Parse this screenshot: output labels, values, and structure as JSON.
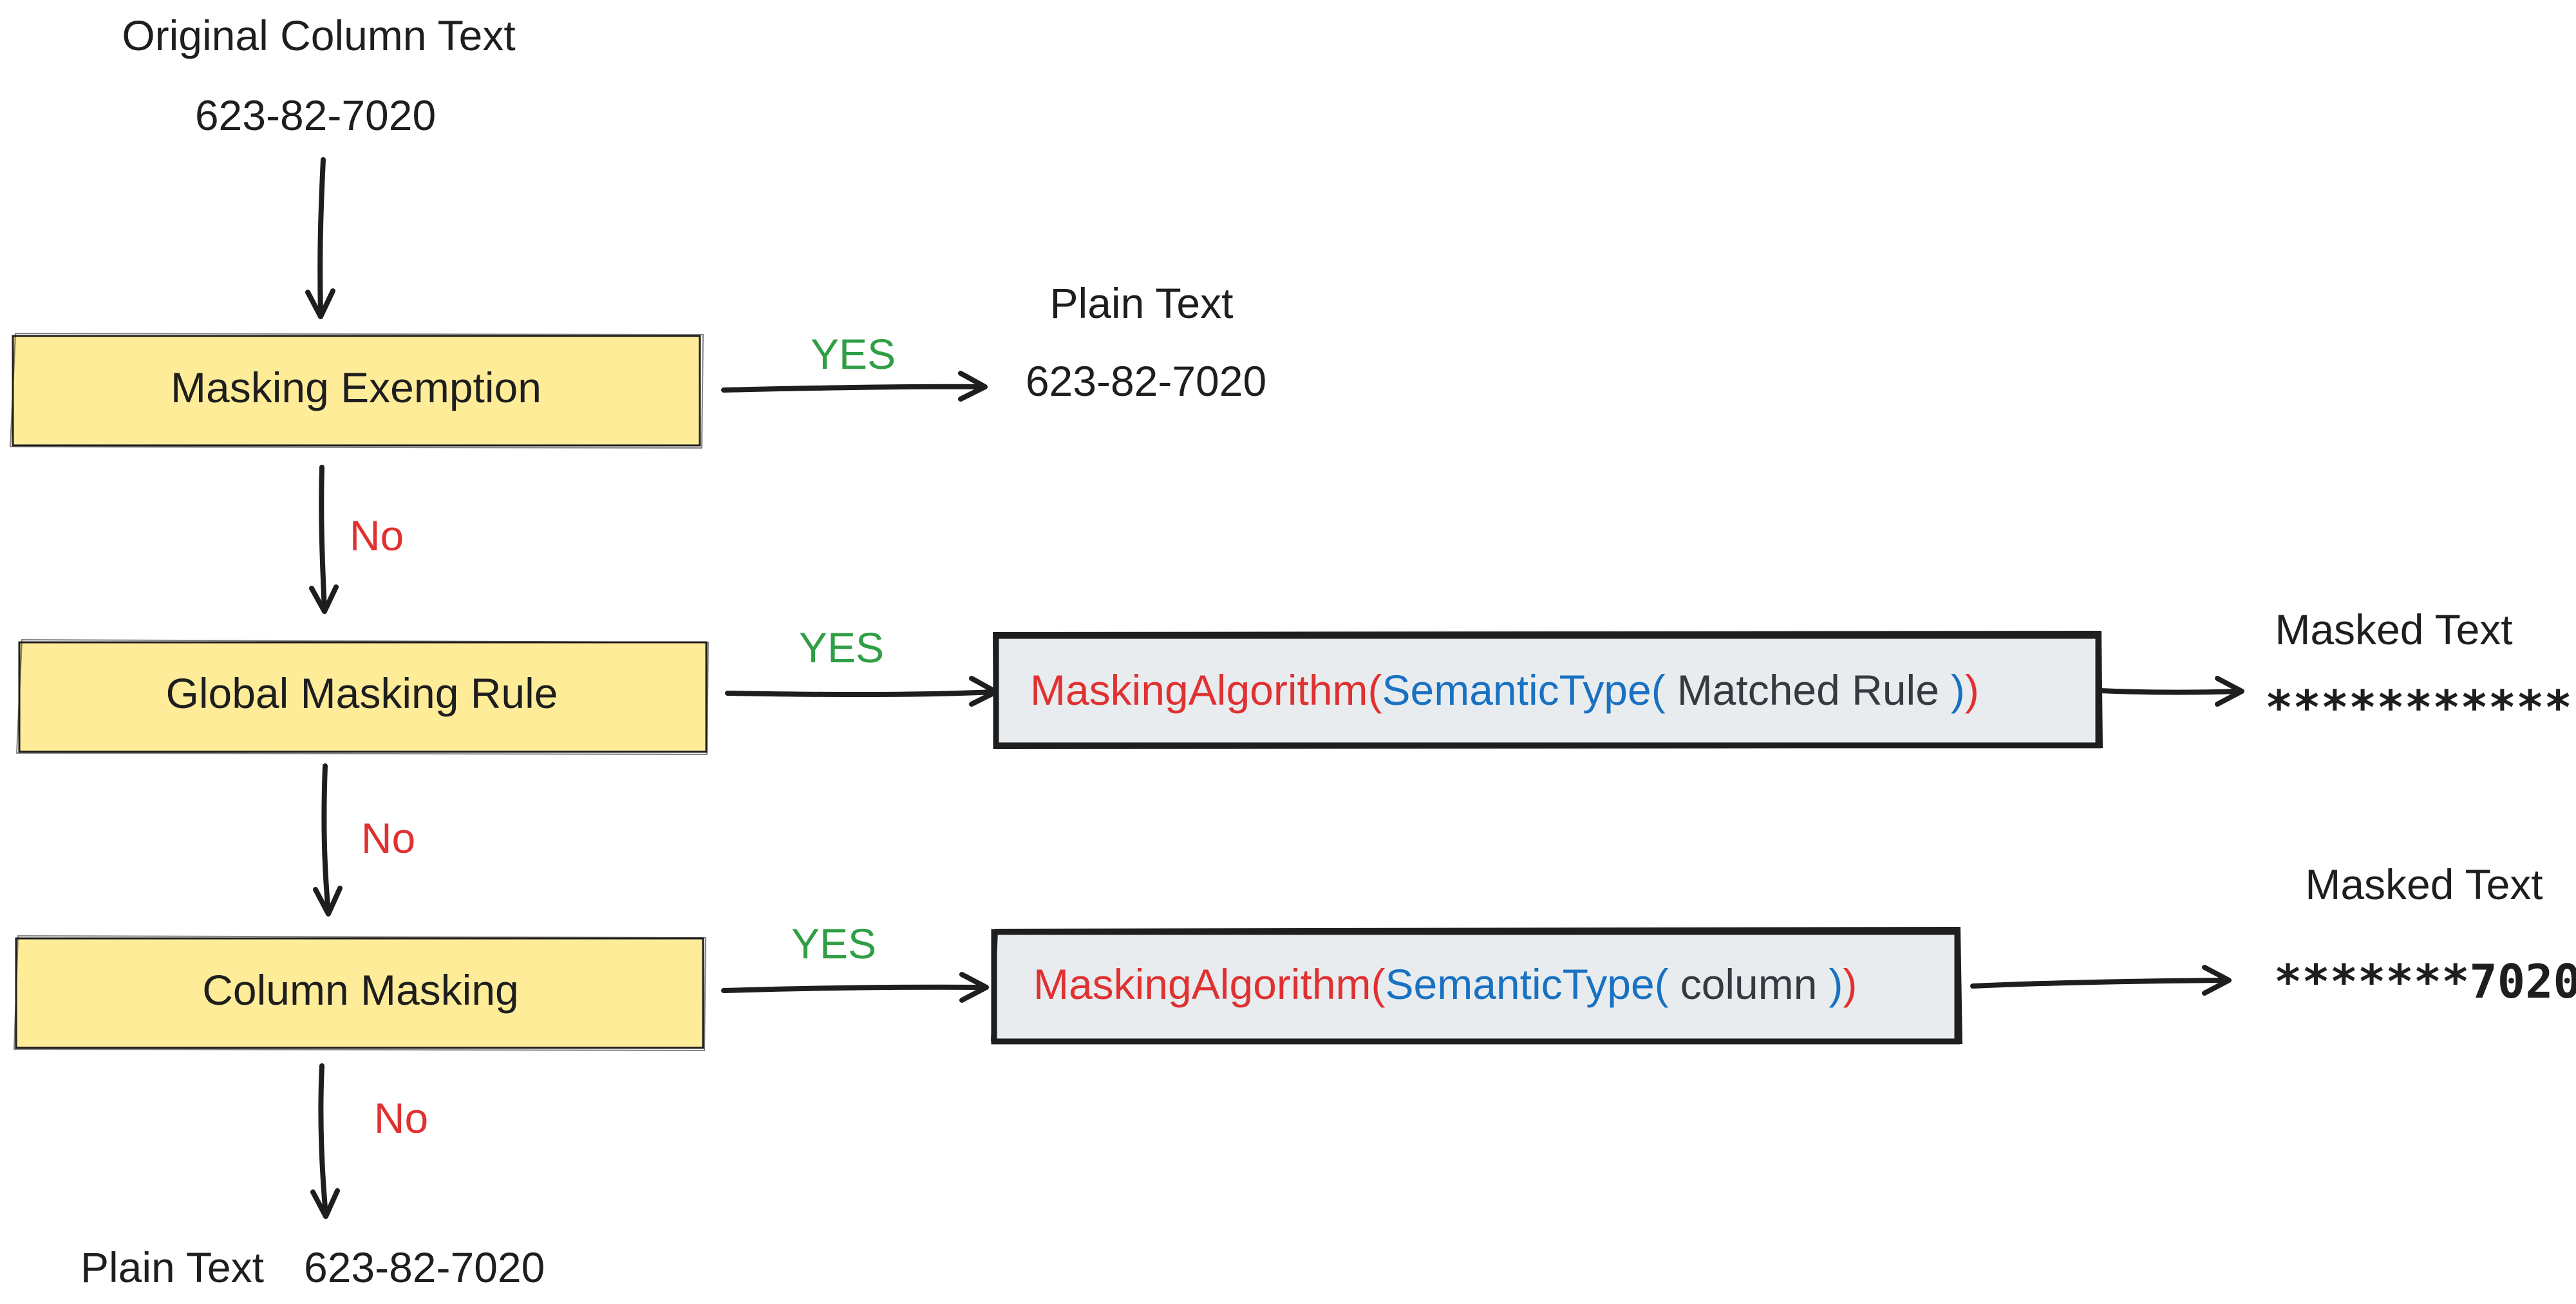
{
  "colors": {
    "step_fill": "#ffec99",
    "algo_fill": "#e9ecef",
    "stroke": "#1e1e1e",
    "yes": "#2f9e44",
    "no": "#e03131",
    "algorithm": "#e03131",
    "semantic_type": "#1971c2",
    "argument": "#343a40"
  },
  "input": {
    "title": "Original Column Text",
    "value": "623-82-7020"
  },
  "steps": [
    {
      "label": "Masking Exemption",
      "yes_label": "YES",
      "no_label": "No",
      "outcome": {
        "title": "Plain Text",
        "value": "623-82-7020"
      }
    },
    {
      "label": "Global Masking Rule",
      "yes_label": "YES",
      "no_label": "No",
      "algorithm": {
        "fn": "MaskingAlgorithm(",
        "type_fn": "SemanticType(",
        "arg": "Matched Rule",
        "type_close": ")",
        "fn_close": ")"
      },
      "outcome": {
        "title": "Masked Text",
        "value": "***********"
      }
    },
    {
      "label": "Column Masking",
      "yes_label": "YES",
      "no_label": "No",
      "algorithm": {
        "fn": "MaskingAlgorithm(",
        "type_fn": "SemanticType(",
        "arg": "column",
        "type_close": ")",
        "fn_close": ")"
      },
      "outcome": {
        "title": "Masked Text",
        "value": "*******7020"
      }
    }
  ],
  "final": {
    "title": "Plain Text",
    "value": "623-82-7020"
  }
}
